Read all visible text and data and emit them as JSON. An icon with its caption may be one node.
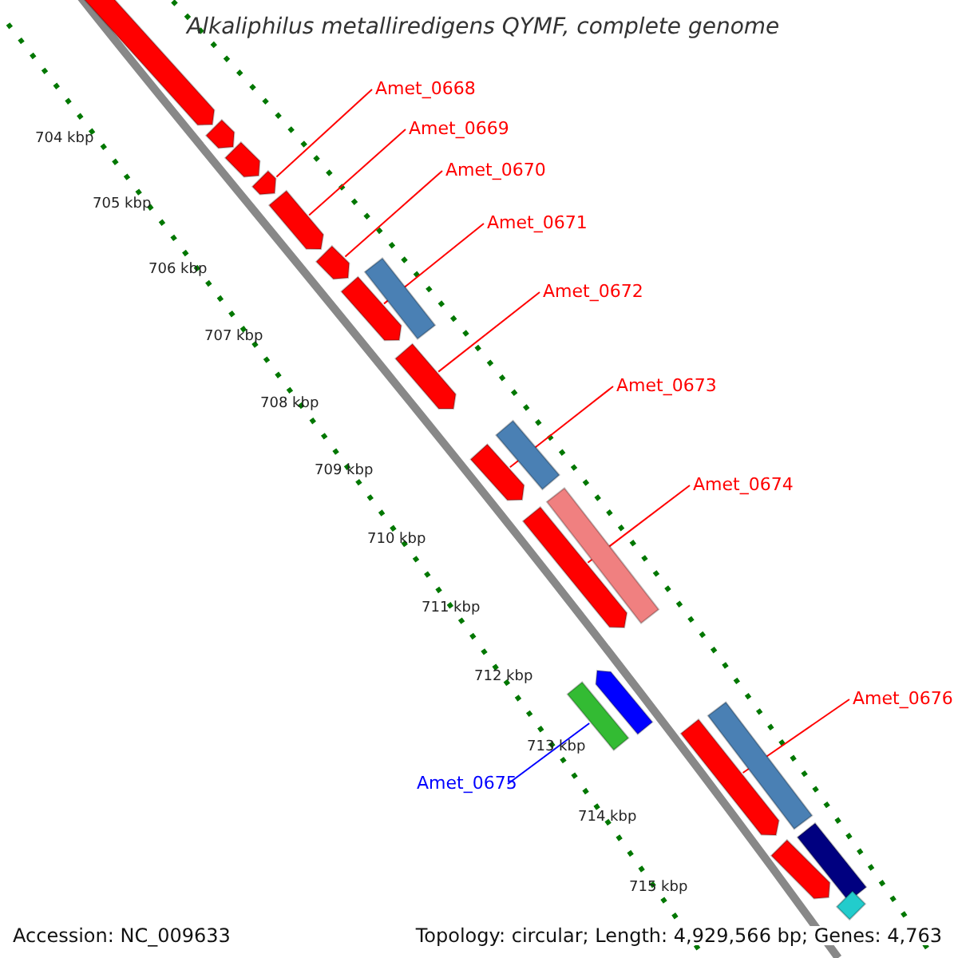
{
  "diagram": {
    "title": "Alkaliphilus metalliredigens QYMF, complete genome",
    "nodes": [
      {
        "text": [
          "Amet_0668"
        ]
      },
      {
        "text": [
          "Amet_0669"
        ]
      },
      {
        "text": [
          "Amet_0670"
        ]
      },
      {
        "text": [
          "Amet_0671"
        ]
      },
      {
        "text": [
          "Amet_0672"
        ]
      },
      {
        "text": [
          "Amet_0673"
        ]
      },
      {
        "text": [
          "Amet_0674"
        ]
      },
      {
        "text": [
          "Amet_0675"
        ]
      },
      {
        "text": [
          "Amet_0676"
        ]
      },
      {
        "text": [],
        "shape": "bar"
      },
      {
        "text": [],
        "shape": "bar"
      },
      {
        "text": [],
        "shape": "bar"
      },
      {
        "text": [],
        "shape": "bar"
      },
      {
        "text": [],
        "shape": "bar"
      },
      {
        "text": [],
        "shape": "bar"
      },
      {
        "text": [],
        "shape": "bar"
      },
      {
        "text": [],
        "shape": "bar"
      },
      {
        "text": [],
        "shape": "bar"
      },
      {
        "text": [],
        "shape": "bar"
      },
      {
        "text": [],
        "shape": "bar"
      },
      {
        "text": [],
        "shape": "bar"
      },
      {
        "text": [],
        "shape": "bar"
      },
      {
        "text": [],
        "shape": "bar"
      },
      {
        "text": [],
        "shape": "bar"
      },
      {
        "text": [],
        "shape": "bar"
      },
      {
        "text": [],
        "shape": "bar"
      },
      {
        "text": [],
        "shape": "bar"
      },
      {
        "text": [],
        "shape": "bar"
      },
      {
        "text": [],
        "shape": "bar"
      }
    ],
    "edges": [
      {
        "from": 0,
        "to": 12,
        "arrow": "none"
      },
      {
        "from": 1,
        "to": 13,
        "arrow": "none"
      },
      {
        "from": 2,
        "to": 14,
        "arrow": "none"
      },
      {
        "from": 3,
        "to": 16,
        "arrow": "none"
      },
      {
        "from": 4,
        "to": 17,
        "arrow": "none"
      },
      {
        "from": 5,
        "to": 20,
        "arrow": "none"
      },
      {
        "from": 6,
        "to": 22,
        "arrow": "none"
      },
      {
        "from": 7,
        "to": 23,
        "arrow": "none",
        "color": "#0000ff"
      },
      {
        "from": 8,
        "to": 26,
        "arrow": "none"
      }
    ],
    "labels": [
      "704 kbp",
      "705 kbp",
      "706 kbp",
      "707 kbp",
      "708 kbp",
      "709 kbp",
      "710 kbp",
      "711 kbp",
      "712 kbp",
      "713 kbp",
      "714 kbp",
      "715 kbp",
      "Accession: NC_009633",
      "Topology: circular; Length: 4,929,566 bp; Genes: 4,763"
    ]
  }
}
